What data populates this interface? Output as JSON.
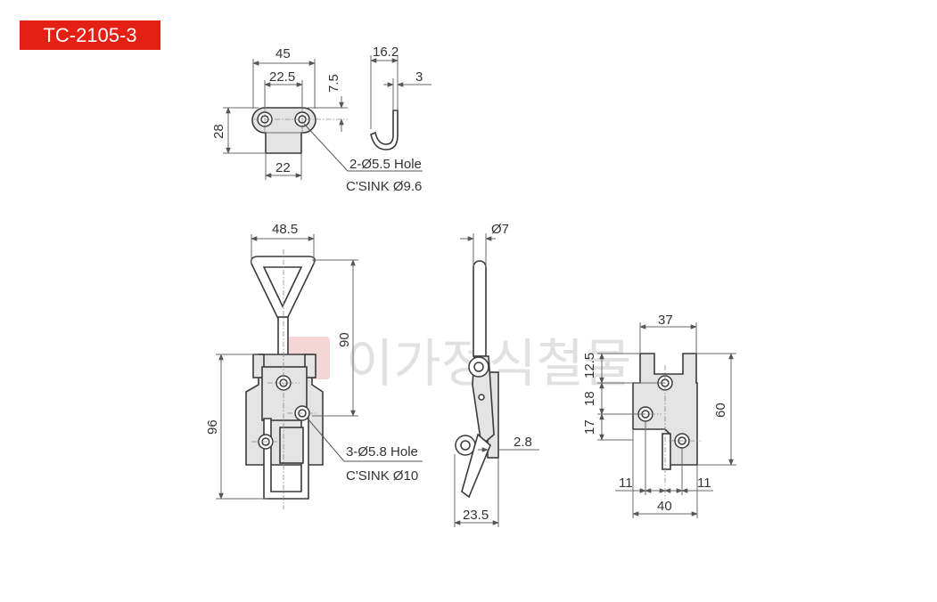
{
  "model": "TC-2105-3",
  "accent_color": "#e41f13",
  "watermark": "이가정식철물",
  "notes": {
    "top_holes": "2-Ø5.5 Hole",
    "top_csink": "C'SINK Ø9.6",
    "mid_holes": "3-Ø5.8 Hole",
    "mid_csink": "C'SINK Ø10"
  },
  "dimensions": {
    "top_width": "45",
    "top_pitch": "22.5",
    "top_offset": "7.5",
    "top_height": "28",
    "top_base": "22",
    "hook_width": "16.2",
    "hook_thick": "3",
    "front_width": "48.5",
    "front_handle": "90",
    "front_height": "96",
    "side_dia": "Ø7",
    "side_thick": "2.8",
    "side_depth": "23.5",
    "keeper_width": "37",
    "keeper_d1": "12.5",
    "keeper_d2": "18",
    "keeper_d3": "17",
    "keeper_height": "60",
    "keeper_left": "11",
    "keeper_right": "11",
    "keeper_span": "40"
  }
}
